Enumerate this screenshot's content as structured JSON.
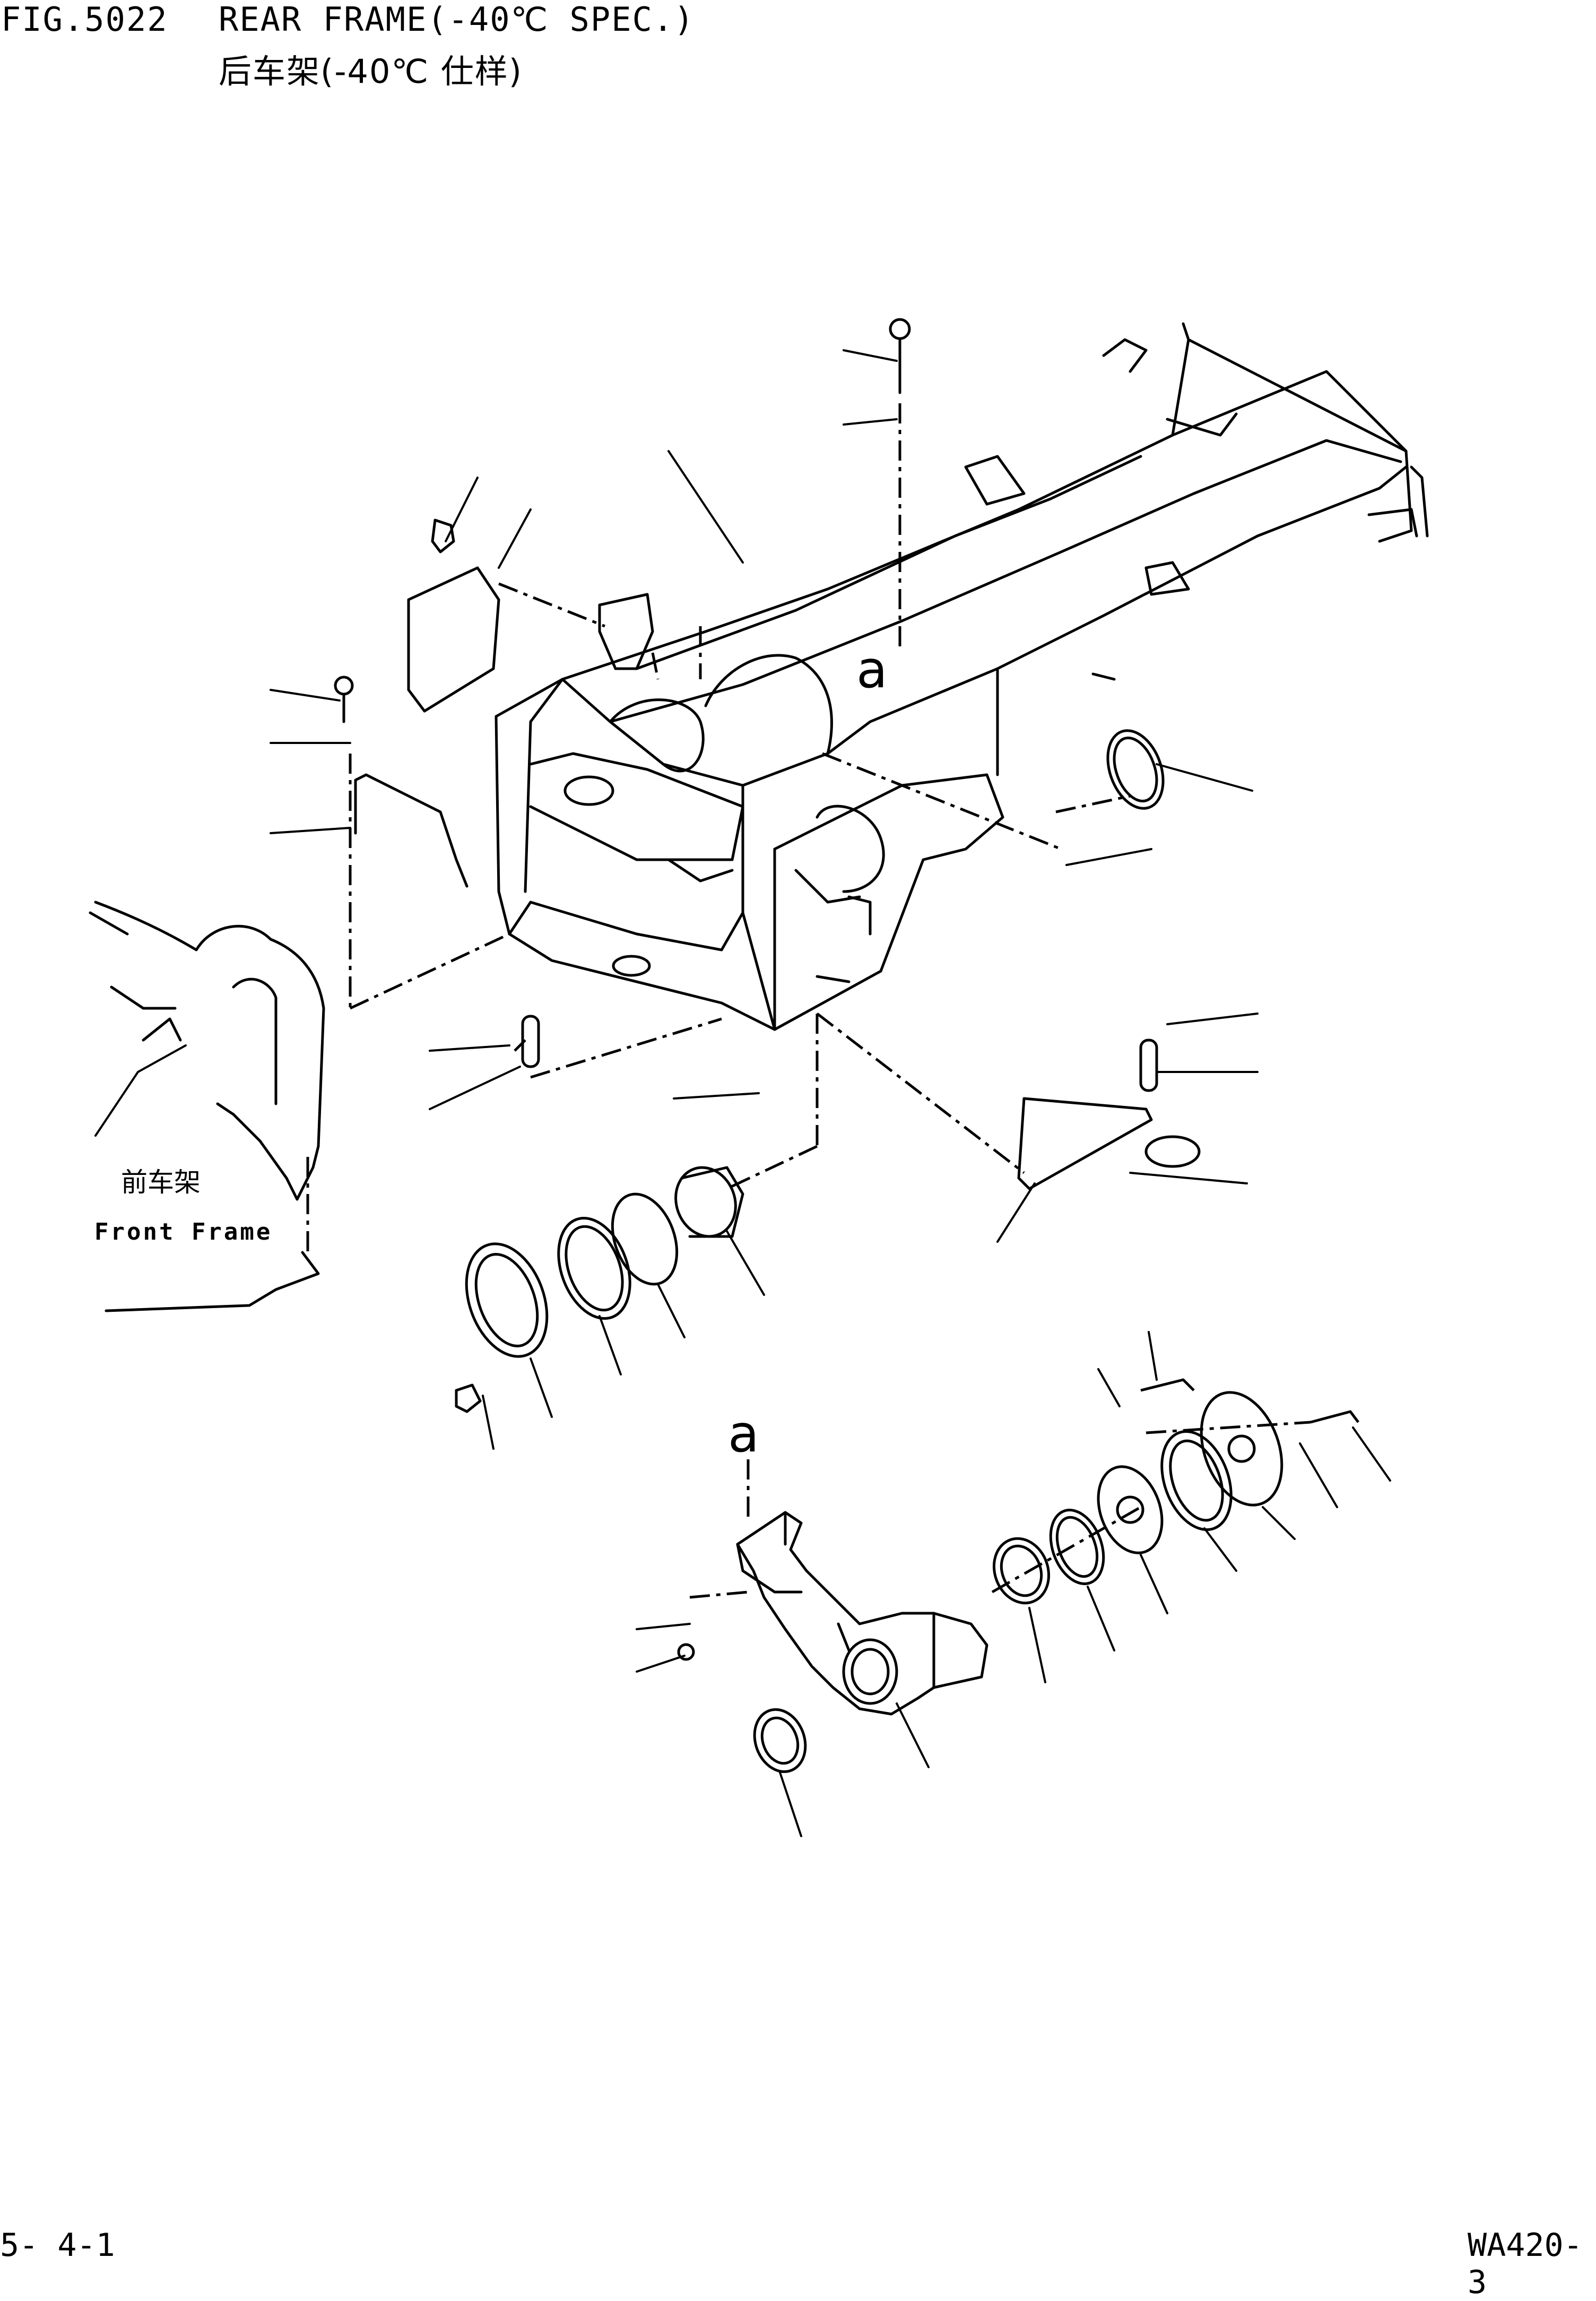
{
  "header": {
    "figure_number": "FIG.5022",
    "title_en": "REAR FRAME(-40℃ SPEC.)",
    "title_cn": "后车架(-40℃ 仕样)"
  },
  "labels": {
    "front_frame_cn": "前车架",
    "front_frame_en": "Front Frame",
    "reference_a_upper": "a",
    "reference_a_lower": "a"
  },
  "footer": {
    "page_number": "5- 4-1",
    "model": "WA420-3"
  }
}
